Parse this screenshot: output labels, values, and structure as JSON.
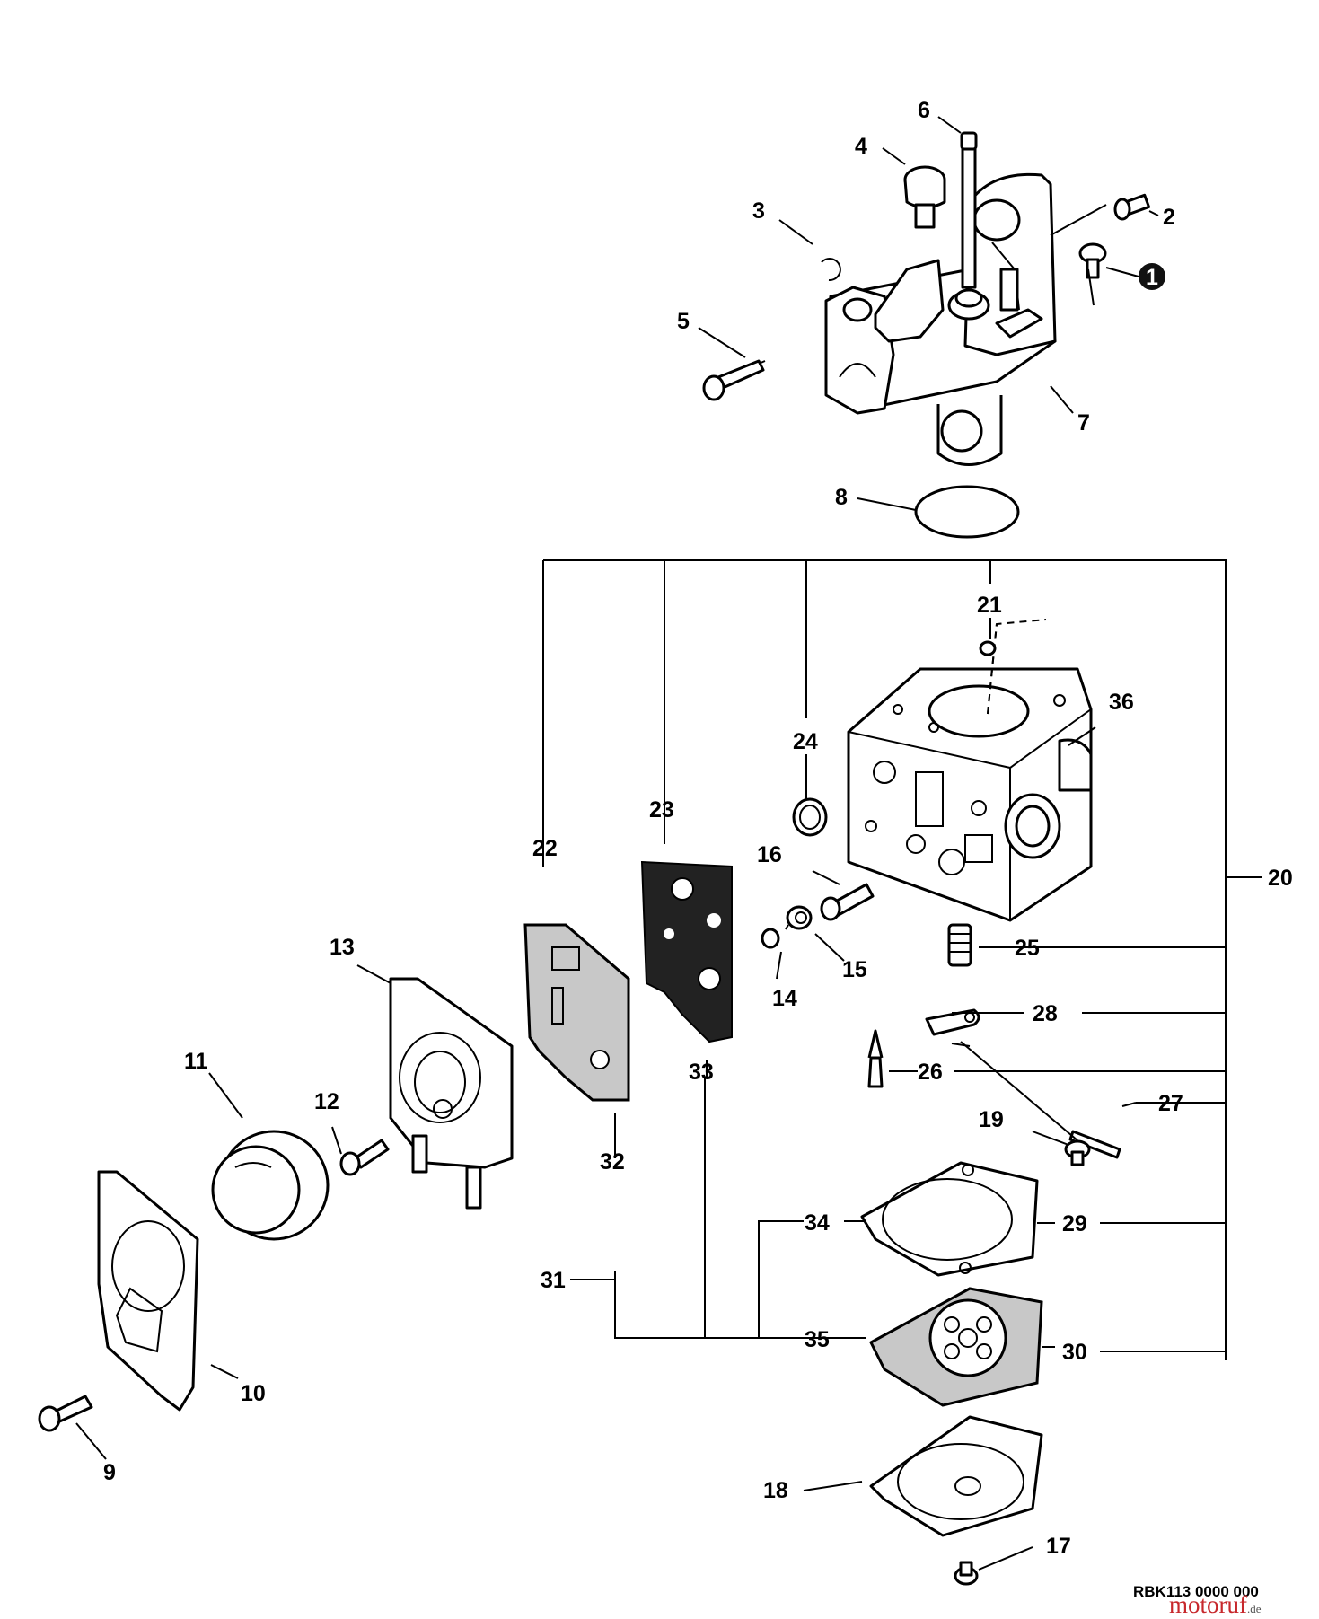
{
  "callouts": [
    "1",
    "2",
    "3",
    "4",
    "5",
    "6",
    "7",
    "8",
    "9",
    "10",
    "11",
    "12",
    "13",
    "14",
    "15",
    "16",
    "17",
    "18",
    "19",
    "20",
    "21",
    "22",
    "23",
    "24",
    "25",
    "26",
    "27",
    "28",
    "29",
    "30",
    "31",
    "32",
    "33",
    "34",
    "35",
    "36"
  ],
  "reference_code": "RBK113 0000 000",
  "watermark": {
    "brand": "motoruf",
    "suffix": ".de",
    "color": "#c7282c"
  },
  "colors": {
    "ink": "#000000",
    "gasket_fill": "#c8c8c8",
    "marker_fill": "#111111"
  }
}
